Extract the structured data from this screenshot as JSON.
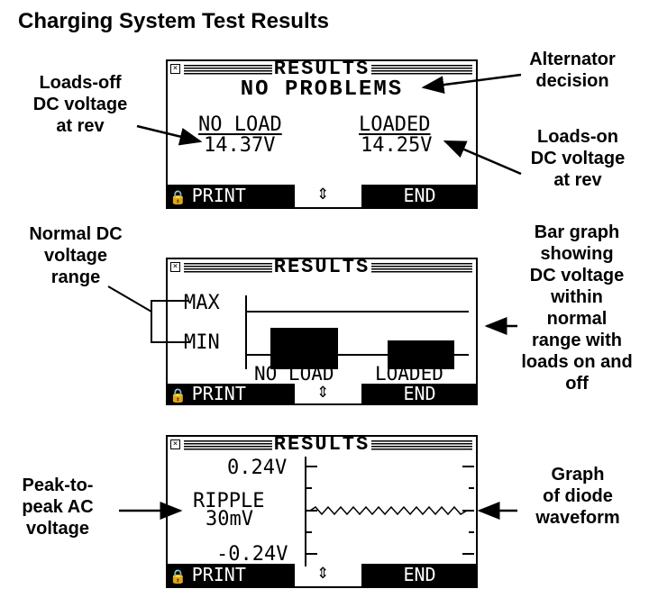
{
  "heading": "Charging System Test Results",
  "callouts": {
    "loads_off": [
      "Loads-off",
      "DC voltage",
      "at rev"
    ],
    "alternator": [
      "Alternator",
      "decision"
    ],
    "loads_on": [
      "Loads-on",
      "DC voltage",
      "at rev"
    ],
    "normal_range": [
      "Normal DC",
      "voltage",
      "range"
    ],
    "bar_graph": [
      "Bar graph",
      "showing",
      "DC voltage",
      "within",
      "normal",
      "range with",
      "loads on and",
      "off"
    ],
    "peak_to_peak": [
      "Peak-to-",
      "peak AC",
      "voltage"
    ],
    "diode_graph": [
      "Graph",
      "of diode",
      "waveform"
    ]
  },
  "screen1": {
    "title": "RESULTS",
    "decision": "NO PROBLEMS",
    "col_noload": "NO LOAD",
    "col_loaded": "LOADED",
    "v_noload": "14.37V",
    "v_loaded": "14.25V"
  },
  "screen2": {
    "title": "RESULTS",
    "max_label": "MAX",
    "min_label": "MIN",
    "bar_noload": "NO LOAD",
    "bar_loaded": "LOADED"
  },
  "screen3": {
    "title": "RESULTS",
    "top_scale": "0.24V",
    "ripple_label": "RIPPLE",
    "ripple_value": "30mV",
    "bottom_scale": "-0.24V"
  },
  "softkeys": {
    "print": "PRINT",
    "end": "END",
    "lock_icon": "🔒",
    "updown_icon": "⇕"
  }
}
